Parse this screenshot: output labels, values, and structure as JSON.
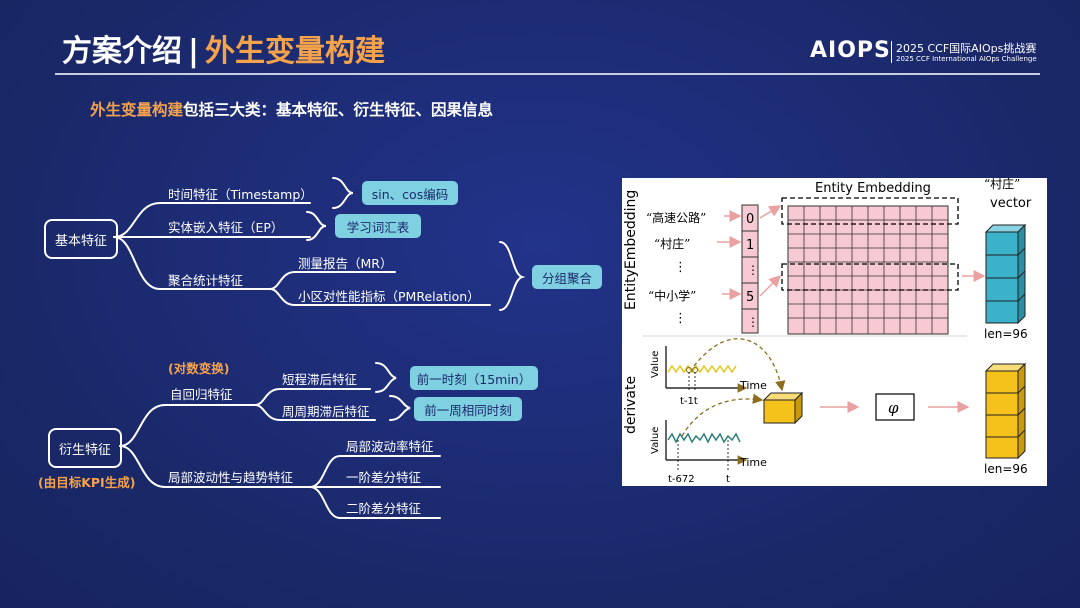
{
  "header": {
    "title_main": "方案介绍",
    "title_sep": "|",
    "title_accent": "外生变量构建",
    "logo_text": "AIOPS",
    "logo_line1": "2025 CCF国际AIOps挑战赛",
    "logo_line2": "2025 CCF International AIOps Challenge"
  },
  "subtitle": {
    "highlight": "外生变量构建",
    "rest": "包括三大类：基本特征、衍生特征、因果信息"
  },
  "mindmap_basic": {
    "root": "基本特征",
    "branch_time": "时间特征（Timestamp）",
    "branch_entity": "实体嵌入特征（EP）",
    "branch_agg": "聚合统计特征",
    "leaf_mr": "测量报告（MR）",
    "leaf_pm": "小区对性能指标（PMRelation）",
    "pill_sincos": "sin、cos编码",
    "pill_vocab": "学习词汇表",
    "pill_group": "分组聚合"
  },
  "mindmap_derived": {
    "root": "衍生特征",
    "root_note": "(由目标KPI生成)",
    "branch_ar": "自回归特征",
    "ar_note": "(对数变换)",
    "leaf_short": "短程滞后特征",
    "leaf_period": "周周期滞后特征",
    "pill_short": "前一时刻（15min）",
    "pill_period": "前一周相同时刻",
    "branch_local": "局部波动性与趋势特征",
    "leaf_vol": "局部波动率特征",
    "leaf_diff1": "一阶差分特征",
    "leaf_diff2": "二阶差分特征"
  },
  "figure": {
    "side_label_top": "EntityEmbedding",
    "side_label_bottom": "derivate",
    "embedding_title": "Entity Embedding",
    "vector_title_1": "“村庄”",
    "vector_title_2": "vector",
    "entity_1": "“高速公路”",
    "entity_2": "“村庄”",
    "entity_3": "“中小学”",
    "dots": "⋮",
    "index_0": "0",
    "index_1": "1",
    "index_dots": "⋮",
    "index_5": "5",
    "len_top": "len=96",
    "len_bottom": "len=96",
    "value_label": "Value",
    "time_label": "Time",
    "t_minus_1": "t-1t",
    "t_minus_672": "t-672",
    "t_label": "t",
    "phi": "φ"
  },
  "colors": {
    "background": "#1b2a6b",
    "accent_orange": "#f4a24c",
    "pill": "#7fd0e0",
    "grid_pink": "#f7c9d3",
    "cube_blue": "#3bb2c9",
    "cube_yellow": "#f5c21b",
    "arrow_pink": "#e9a1a1",
    "arrow_olive": "#8a6d1e",
    "series_yellow": "#e6c619",
    "series_teal": "#2c7f78"
  }
}
